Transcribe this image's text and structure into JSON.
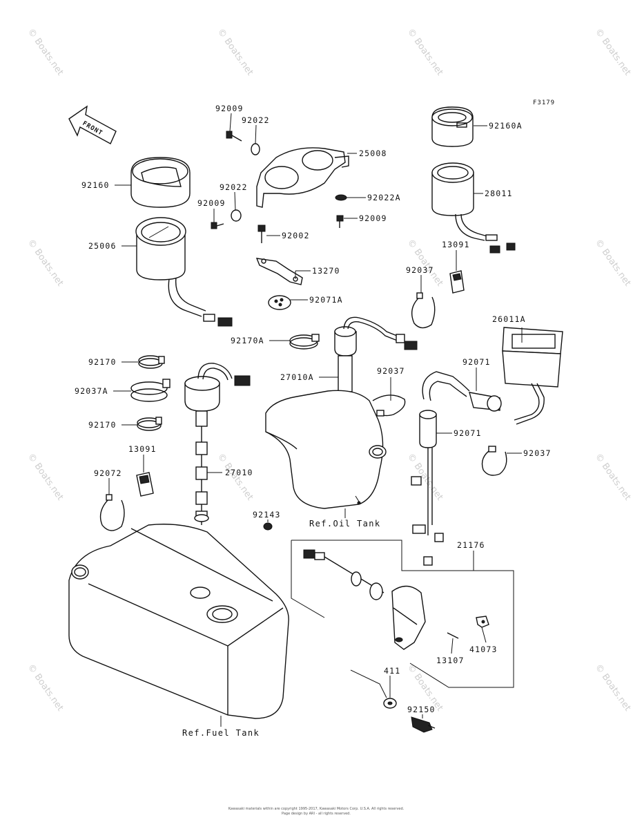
{
  "diagram_code": "F3179",
  "front_label": "FRONT",
  "watermark": "© Boats.net",
  "labels": {
    "p92009_top": "92009",
    "p92022_top": "92022",
    "p25008": "25008",
    "p92022_mid": "92022",
    "p92022A": "92022A",
    "p92009_mid": "92009",
    "p92009_right": "92009",
    "p92002": "92002",
    "p13270": "13270",
    "p92071A": "92071A",
    "p92160A": "92160A",
    "p28011": "28011",
    "p13091_top": "13091",
    "p92037_top": "92037",
    "p92160": "92160",
    "p25006": "25006",
    "p92170A": "92170A",
    "p26011A": "26011A",
    "p92071_a": "92071",
    "p27010A": "27010A",
    "p92037_mid": "92037",
    "p92071_b": "92071",
    "p92037_right": "92037",
    "p92170_a": "92170",
    "p92037A": "92037A",
    "p92170_b": "92170",
    "p13091_left": "13091",
    "p27010": "27010",
    "p92072": "92072",
    "p92143": "92143",
    "p21176": "21176",
    "p41073": "41073",
    "p13107": "13107",
    "p411": "411",
    "p92150": "92150"
  },
  "refs": {
    "oil_tank": "Ref.Oil Tank",
    "fuel_tank": "Ref.Fuel Tank"
  },
  "footer": {
    "line1": "Kawasaki materials within are copyright 1995-2017, Kawasaki Motors Corp. U.S.A. All rights reserved.",
    "line2": "Page design by ARI - all rights reserved."
  }
}
